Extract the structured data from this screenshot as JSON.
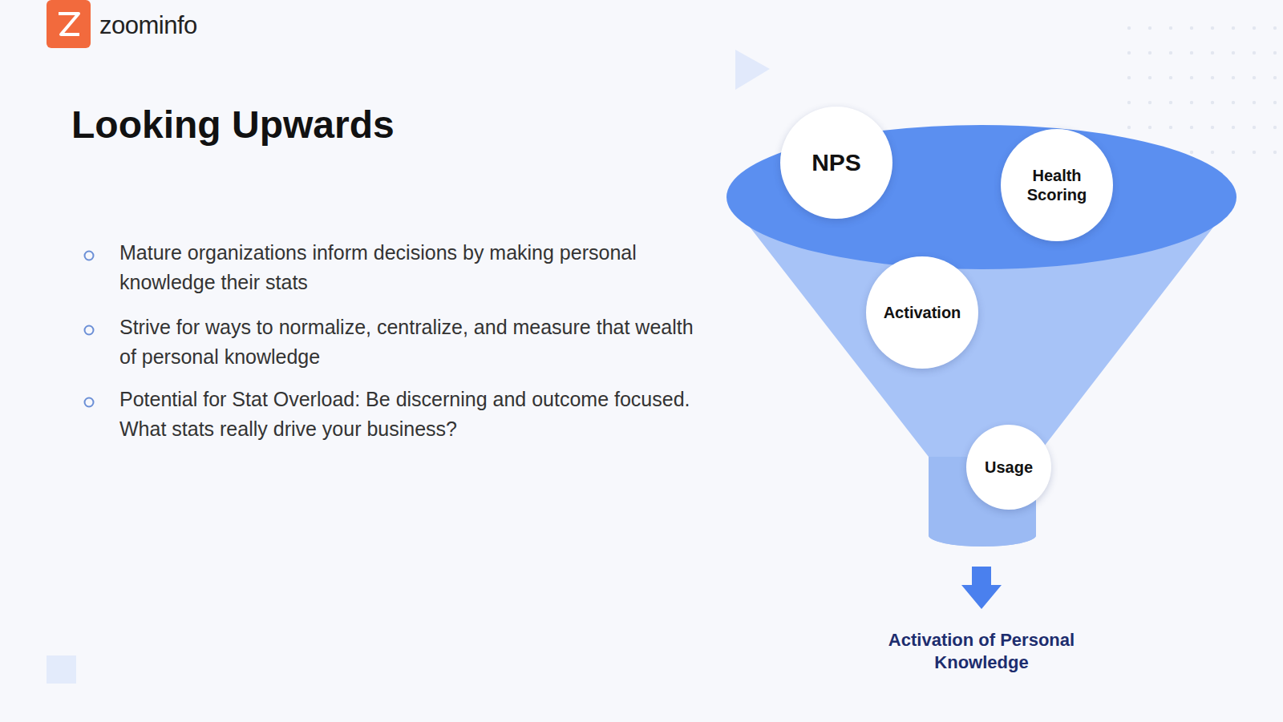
{
  "diagram": {
    "title": "Looking Upwards",
    "nodes": [
      {
        "text": [
          "NPS"
        ]
      },
      {
        "text": [
          "Health Scoring"
        ]
      },
      {
        "text": [
          "Activation"
        ]
      },
      {
        "text": [
          "Usage"
        ]
      }
    ],
    "labels": [
      "zoominfo",
      "Mature organizations inform decisions by making personal knowledge their stats",
      "Strive for ways to normalize, centralize, and measure that wealth of personal knowledge",
      "Potential for Stat Overload: Be discerning and outcome focused. What stats really drive your business?",
      "Activation of Personal Knowledge"
    ]
  }
}
